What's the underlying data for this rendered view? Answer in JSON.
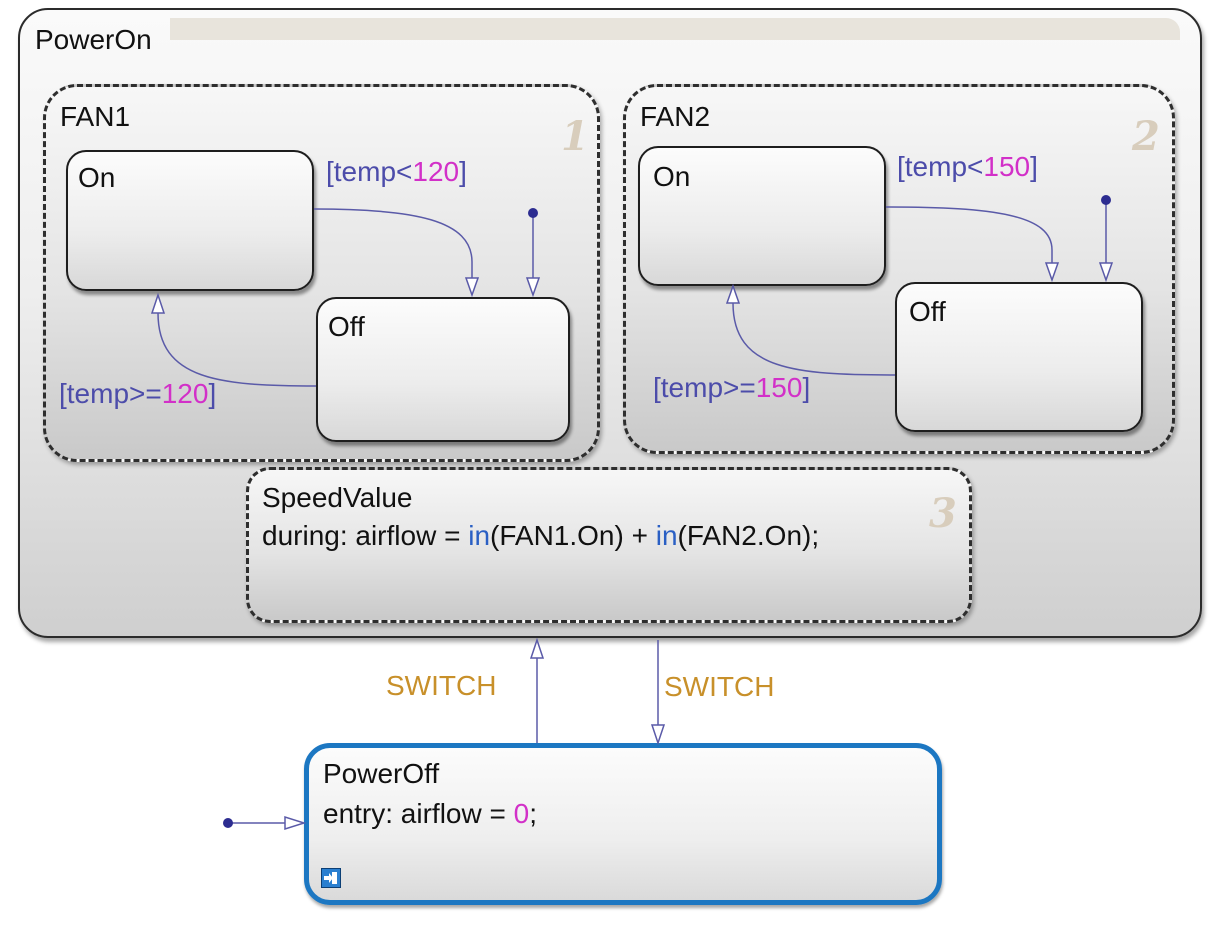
{
  "colors": {
    "selected_border": "#1c77c2",
    "transition_line": "#5a5aa8",
    "condition_text": "#4c4caa",
    "literal_number": "#d230c8",
    "event_text": "#c8902a",
    "function_name": "#2a5fc4",
    "order_number": "#d8cdbc"
  },
  "states": {
    "power_on": {
      "name": "PowerOn"
    },
    "fan1": {
      "name": "FAN1",
      "order": "1",
      "on": {
        "name": "On"
      },
      "off": {
        "name": "Off"
      },
      "to_off": {
        "prefix": "[temp<",
        "value": "120",
        "suffix": "]"
      },
      "to_on": {
        "prefix": "[temp>=",
        "value": "120",
        "suffix": "]"
      }
    },
    "fan2": {
      "name": "FAN2",
      "order": "2",
      "on": {
        "name": "On"
      },
      "off": {
        "name": "Off"
      },
      "to_off": {
        "prefix": "[temp<",
        "value": "150",
        "suffix": "]"
      },
      "to_on": {
        "prefix": "[temp>=",
        "value": "150",
        "suffix": "]"
      }
    },
    "speed_value": {
      "name": "SpeedValue",
      "order": "3",
      "action": {
        "prefix": "during: airflow = ",
        "fn1": "in",
        "arg1": "(FAN1.On) + ",
        "fn2": "in",
        "arg2": "(FAN2.On);"
      }
    },
    "power_off": {
      "name": "PowerOff",
      "action": {
        "prefix": "entry: airflow = ",
        "value": "0",
        "suffix": ";"
      },
      "subchart_icon": "subchart-icon"
    }
  },
  "transitions": {
    "switch_up": "SWITCH",
    "switch_down": "SWITCH"
  }
}
